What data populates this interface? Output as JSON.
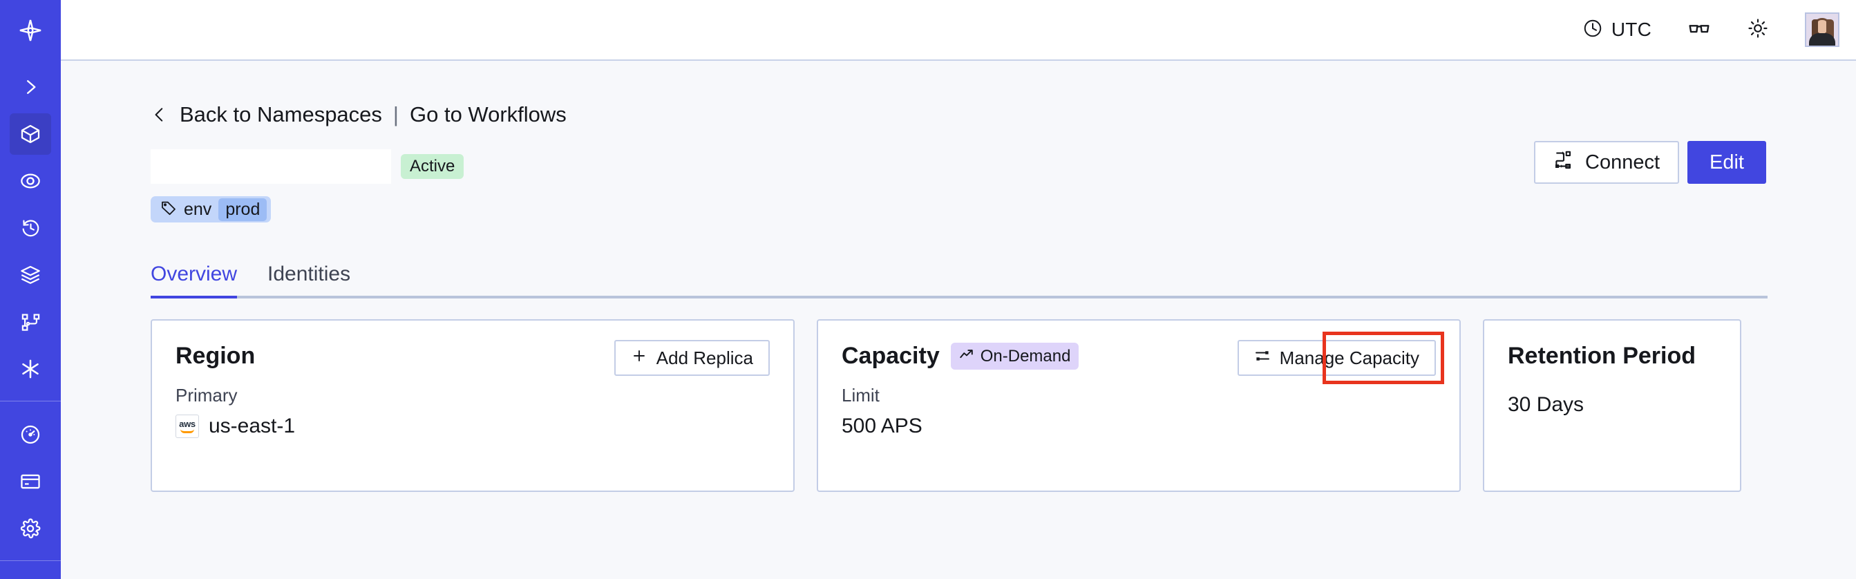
{
  "theme": {
    "brand": "#4146e0",
    "page_bg": "#f7f8fb",
    "card_border": "#c3cde6",
    "highlight_red": "#e8341e",
    "badge_active_bg": "#c8f0d2",
    "badge_ondemand_bg": "#ded4fa",
    "tag_bg": "#c3d6fa",
    "tag_value_bg": "#9cbcf5"
  },
  "sidebar": {
    "logo_icon": "temporal-logo-icon",
    "items": [
      {
        "icon": "chevron-right-icon",
        "name": "expand-sidebar"
      },
      {
        "icon": "cube-icon",
        "name": "namespaces",
        "active": true
      },
      {
        "icon": "eye-icon",
        "name": "observability"
      },
      {
        "icon": "history-clock-icon",
        "name": "schedules"
      },
      {
        "icon": "layers-icon",
        "name": "task-queues"
      },
      {
        "icon": "workflow-nodes-icon",
        "name": "workflows"
      },
      {
        "icon": "asterisk-icon",
        "name": "nexus"
      }
    ],
    "bottom_items": [
      {
        "icon": "gauge-icon",
        "name": "usage"
      },
      {
        "icon": "credit-card-icon",
        "name": "billing"
      },
      {
        "icon": "gear-icon",
        "name": "settings"
      }
    ]
  },
  "topbar": {
    "timezone_icon": "clock-icon",
    "timezone_label": "UTC",
    "glasses_icon": "glasses-icon",
    "theme_icon": "sun-icon",
    "avatar_icon": "user-avatar"
  },
  "breadcrumb": {
    "back_icon": "chevron-left-icon",
    "back_label": "Back to Namespaces",
    "separator": "|",
    "forward_label": "Go to Workflows"
  },
  "header": {
    "namespace_title": "",
    "status_badge": "Active",
    "tag": {
      "icon": "tag-icon",
      "key": "env",
      "value": "prod"
    },
    "connect_button": {
      "icon": "connect-icon",
      "label": "Connect"
    },
    "edit_button": {
      "label": "Edit"
    }
  },
  "tabs": [
    {
      "label": "Overview",
      "selected": true
    },
    {
      "label": "Identities",
      "selected": false
    }
  ],
  "cards": {
    "region": {
      "title": "Region",
      "action": {
        "icon": "plus-icon",
        "label": "Add Replica"
      },
      "sub_label": "Primary",
      "provider_icon": "aws-logo-icon",
      "provider_text": "aws",
      "value": "us-east-1"
    },
    "capacity": {
      "title": "Capacity",
      "badge": {
        "icon": "trending-up-icon",
        "label": "On-Demand"
      },
      "action": {
        "icon": "sliders-icon",
        "label": "Manage Capacity"
      },
      "action_highlighted": true,
      "sub_label": "Limit",
      "value": "500 APS"
    },
    "retention": {
      "title": "Retention Period",
      "value": "30 Days"
    }
  }
}
